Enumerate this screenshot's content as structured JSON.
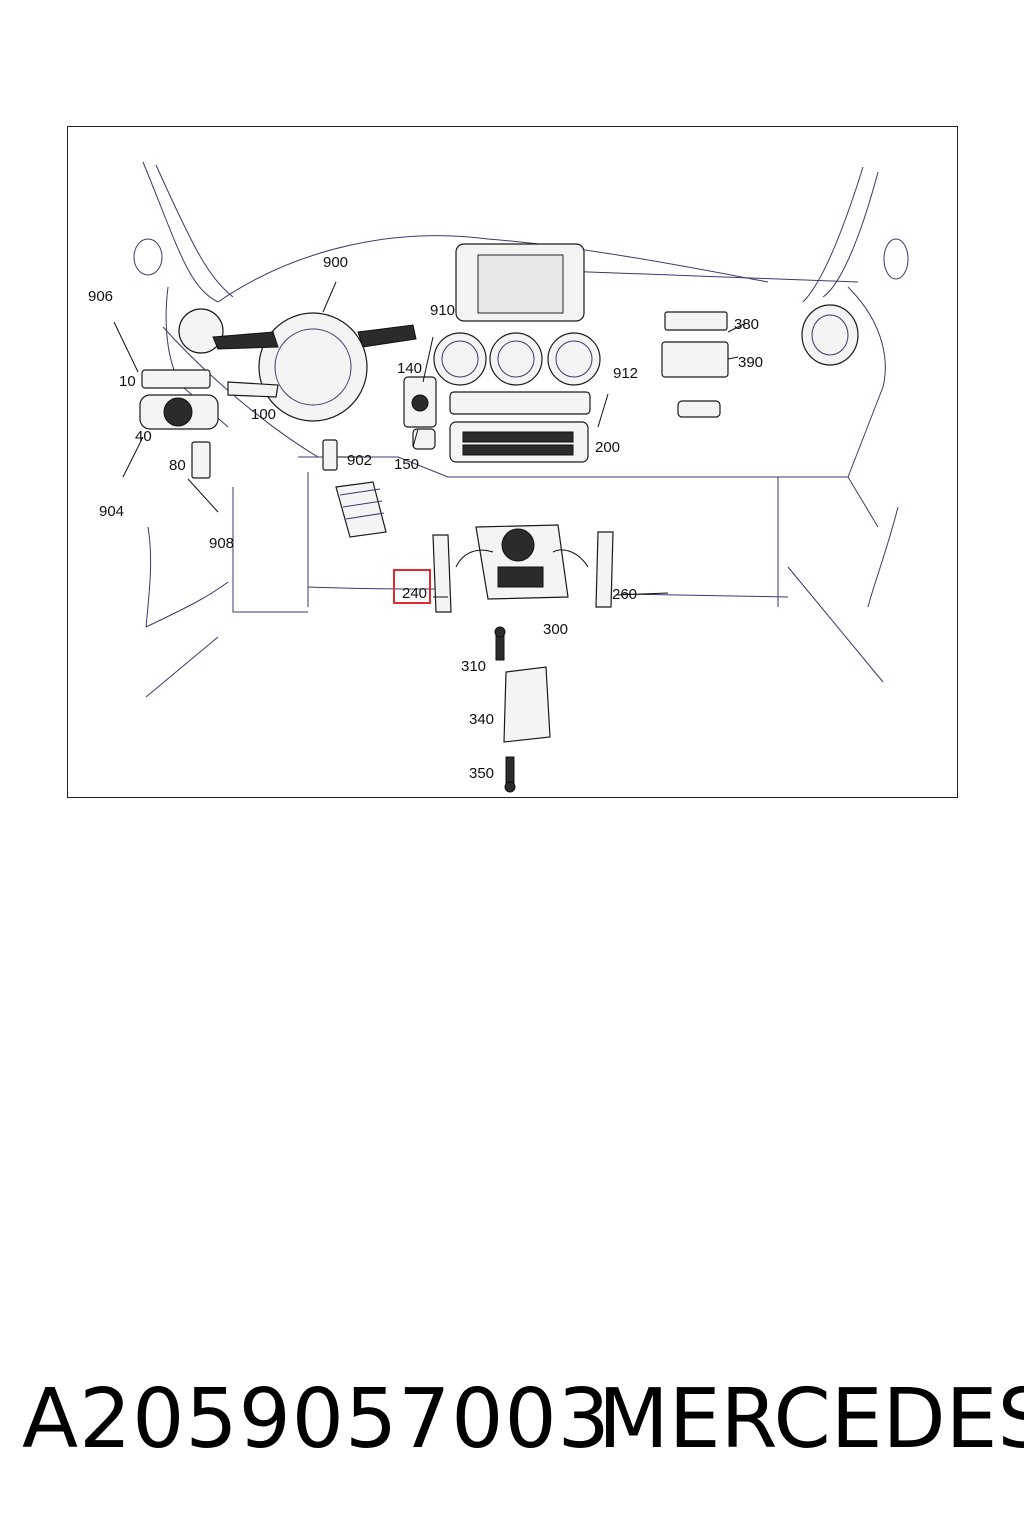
{
  "callouts": {
    "c906": "906",
    "c900": "900",
    "c910": "910",
    "c140": "140",
    "c10": "10",
    "c100": "100",
    "c40": "40",
    "c80": "80",
    "c904": "904",
    "c908": "908",
    "c902": "902",
    "c150": "150",
    "c380": "380",
    "c390": "390",
    "c912": "912",
    "c200": "200",
    "c240": "240",
    "c260": "260",
    "c300": "300",
    "c310": "310",
    "c340": "340",
    "c350": "350"
  },
  "highlight": {
    "label": "240",
    "color": "#e0282e"
  },
  "footer": {
    "part_number": "A2059057003",
    "brand": "MERCEDES"
  }
}
